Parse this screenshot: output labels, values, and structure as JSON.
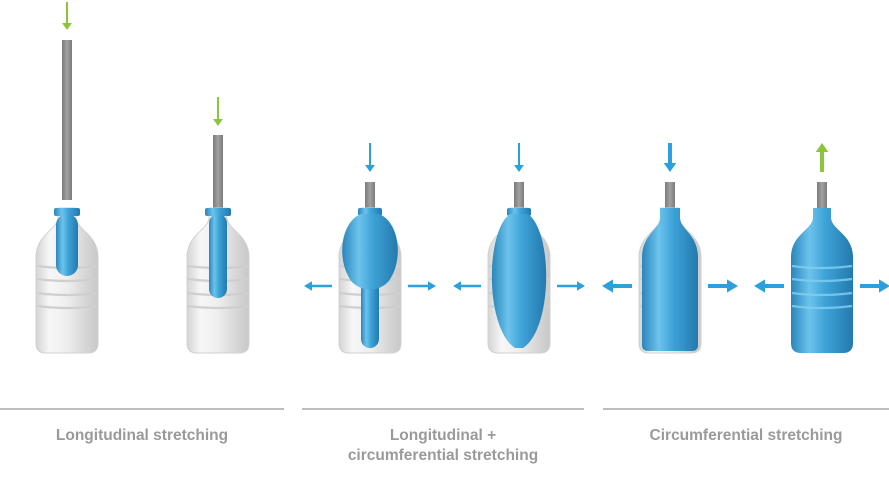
{
  "colors": {
    "bottle_white": "#ececec",
    "preform_blue": "#3e9fd3",
    "rod_gray": "#8c8c8c",
    "arrow_green": "#8cc43c",
    "arrow_blue": "#2aa0dc",
    "divider_gray": "#bdbdbd",
    "label_gray": "#9a9a9a"
  },
  "stages": [
    {
      "label_lines": [
        "Longitudinal stretching"
      ]
    },
    {
      "label_lines": [
        "Longitudinal +",
        "circumferential stretching"
      ]
    },
    {
      "label_lines": [
        "Circumferential stretching"
      ]
    }
  ],
  "steps": [
    {
      "stage": 1,
      "rod_arrow": "down",
      "rod_arrow_icon": "green-down-arrow-icon",
      "side_arrows": false,
      "blue_shape": "preform"
    },
    {
      "stage": 1,
      "rod_arrow": "down",
      "rod_arrow_icon": "green-down-arrow-icon",
      "side_arrows": false,
      "blue_shape": "preform-long"
    },
    {
      "stage": 2,
      "rod_arrow": "down",
      "rod_arrow_icon": "blue-down-arrow-icon",
      "side_arrows": true,
      "blue_shape": "bulb"
    },
    {
      "stage": 2,
      "rod_arrow": "down",
      "rod_arrow_icon": "blue-down-arrow-icon",
      "side_arrows": true,
      "blue_shape": "ellipsoid"
    },
    {
      "stage": 3,
      "rod_arrow": "down",
      "rod_arrow_icon": "blue-down-arrow-icon",
      "side_arrows": true,
      "blue_shape": "near-full-bottle"
    },
    {
      "stage": 3,
      "rod_arrow": "up",
      "rod_arrow_icon": "green-up-arrow-icon",
      "side_arrows": true,
      "blue_shape": "full-bottle"
    }
  ]
}
